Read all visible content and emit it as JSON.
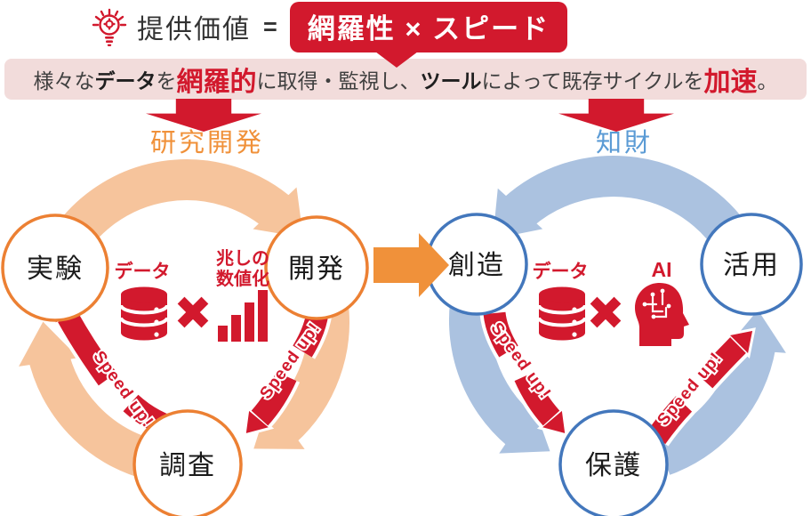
{
  "header": {
    "icon": "lightbulb-gear-icon",
    "label": "提供価値",
    "equals": "=",
    "value_box": "網羅性 × スピード"
  },
  "banner": {
    "segments": [
      {
        "text": "様々な",
        "style": "plain"
      },
      {
        "text": "データ",
        "style": "bold"
      },
      {
        "text": "を",
        "style": "plain"
      },
      {
        "text": "網羅的",
        "style": "red"
      },
      {
        "text": "に取得・監視し、",
        "style": "plain"
      },
      {
        "text": "ツール",
        "style": "bold"
      },
      {
        "text": "によって既存サイクルを",
        "style": "plain"
      },
      {
        "text": "加速",
        "style": "red"
      },
      {
        "text": "。",
        "style": "plain"
      }
    ]
  },
  "cycles": {
    "left": {
      "title": "研究開発",
      "direction": "clockwise",
      "nodes": [
        "実験",
        "開発",
        "調査"
      ],
      "center": {
        "data_label": "データ",
        "data_icon": "database-icon",
        "operator": "×",
        "factor_line1": "兆しの",
        "factor_line2": "数値化",
        "factor_icon": "bar-chart-icon"
      },
      "speed_label": "Speed up!",
      "theme": {
        "band": "#F6C49C",
        "node_border": "#EC8033",
        "title_color": "#F0913A"
      }
    },
    "right": {
      "title": "知財",
      "direction": "counterclockwise",
      "nodes": [
        "創造",
        "活用",
        "保護"
      ],
      "center": {
        "data_label": "データ",
        "data_icon": "database-icon",
        "operator": "×",
        "factor_label": "AI",
        "factor_icon": "ai-head-icon"
      },
      "speed_label": "Speed up!",
      "theme": {
        "band": "#ABC2E0",
        "node_border": "#4377BC",
        "title_color": "#5B9BD5"
      }
    }
  },
  "connector": {
    "from": "開発",
    "to": "創造",
    "color": "#F0913A"
  },
  "colors": {
    "accent_red": "#D2192D",
    "banner_bg": "#F2DCDB"
  }
}
